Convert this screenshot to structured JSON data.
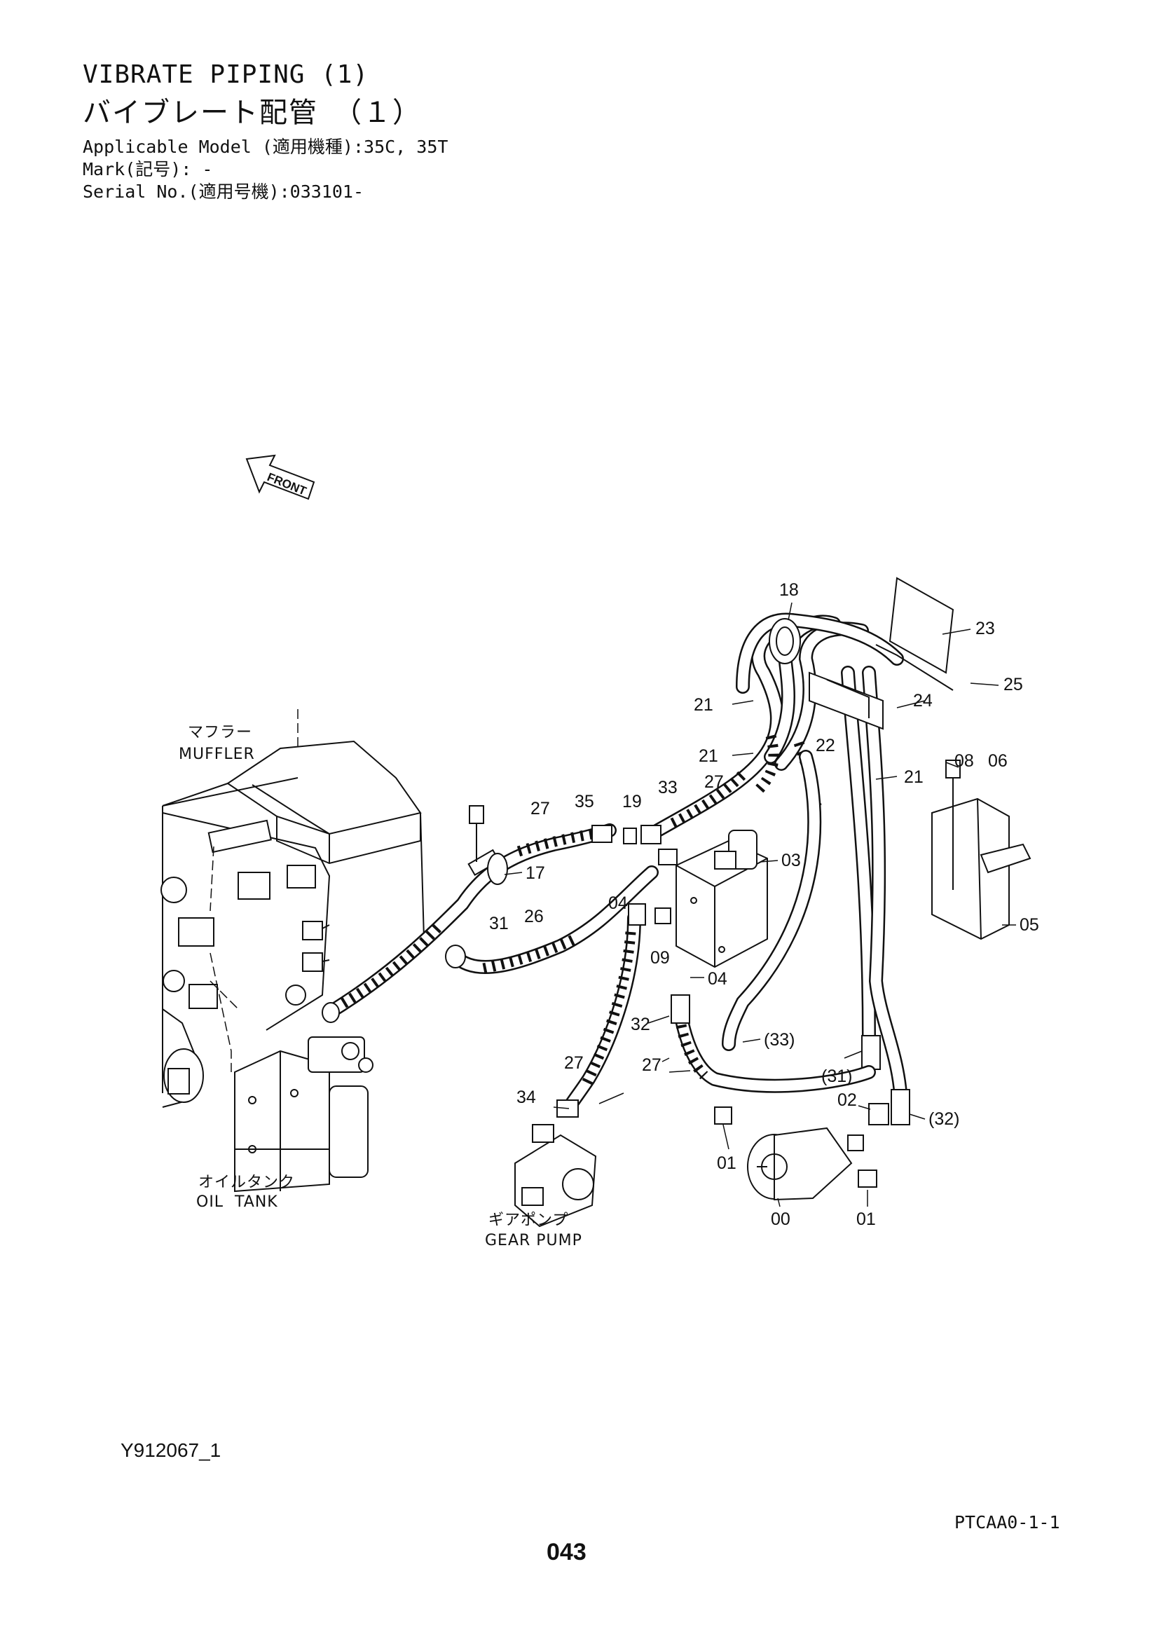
{
  "header": {
    "title_en": "VIBRATE PIPING (1)",
    "title_jp": "バイブレート配管　（１）",
    "applicable_model": "Applicable Model (適用機種):35C, 35T",
    "mark": "Mark(記号): -",
    "serial_no": "Serial No.(適用号機):033101-"
  },
  "diagram": {
    "front_arrow": "FRONT",
    "components": {
      "muffler_jp": "マフラー",
      "muffler_en": "MUFFLER",
      "oil_tank_jp": "オイルタンク",
      "oil_tank_en": "OIL  TANK",
      "gear_pump_jp": "ギアポンプ",
      "gear_pump_en": "GEAR PUMP"
    },
    "callouts": [
      "18",
      "23",
      "25",
      "21",
      "24",
      "22",
      "21",
      "08",
      "06",
      "21",
      "27",
      "35",
      "19",
      "33",
      "27",
      "17",
      "03",
      "04",
      "31",
      "26",
      "09",
      "05",
      "04",
      "32",
      "(33)",
      "27",
      "(31)",
      "27",
      "34",
      "02",
      "(32)",
      "01",
      "00",
      "01"
    ]
  },
  "footer": {
    "figure_id": "Y912067_1",
    "page_code": "PTCAA0-1-1",
    "page_number": "043"
  }
}
